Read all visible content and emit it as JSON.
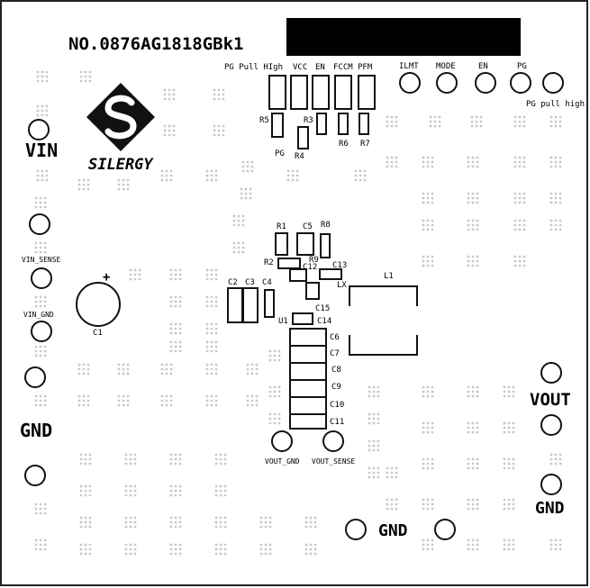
{
  "board": {
    "part_number": "NO.0876AG1818GBk1",
    "logo_text": "SILERGY",
    "header_labels": {
      "pg_pull_high": "PG Pull HIgh",
      "vcc": "VCC",
      "en": "EN",
      "fccm": "FCCM",
      "pfm": "PFM"
    },
    "pins_top": [
      "ILMT",
      "MODE",
      "EN",
      "PG"
    ],
    "pg_pull_high_note": "PG pull high",
    "left_labels": {
      "vin": "VIN",
      "vin_sense": "VIN_SENSE",
      "vin_gnd": "VIN_GND",
      "gnd": "GND"
    },
    "right_labels": {
      "vout": "VOUT",
      "gnd": "GND"
    },
    "bottom_labels": {
      "vout_gnd": "VOUT_GND",
      "vout_sense": "VOUT_SENSE",
      "gnd": "GND"
    },
    "components": {
      "r1": "R1",
      "r2": "R2",
      "r3": "R3",
      "r4": "R4",
      "r5": "R5",
      "r6": "R6",
      "r7": "R7",
      "r8": "R8",
      "r9": "R9",
      "c1": "C1",
      "c2": "C2",
      "c3": "C3",
      "c4": "C4",
      "c5": "C5",
      "c6": "C6",
      "c7": "C7",
      "c8": "C8",
      "c9": "C9",
      "c10": "C10",
      "c11": "C11",
      "c12": "C12",
      "c13": "C13",
      "c14": "C14",
      "c15": "C15",
      "l1": "L1",
      "u1": "U1",
      "lx": "LX",
      "pg": "PG",
      "plus": "+"
    }
  }
}
